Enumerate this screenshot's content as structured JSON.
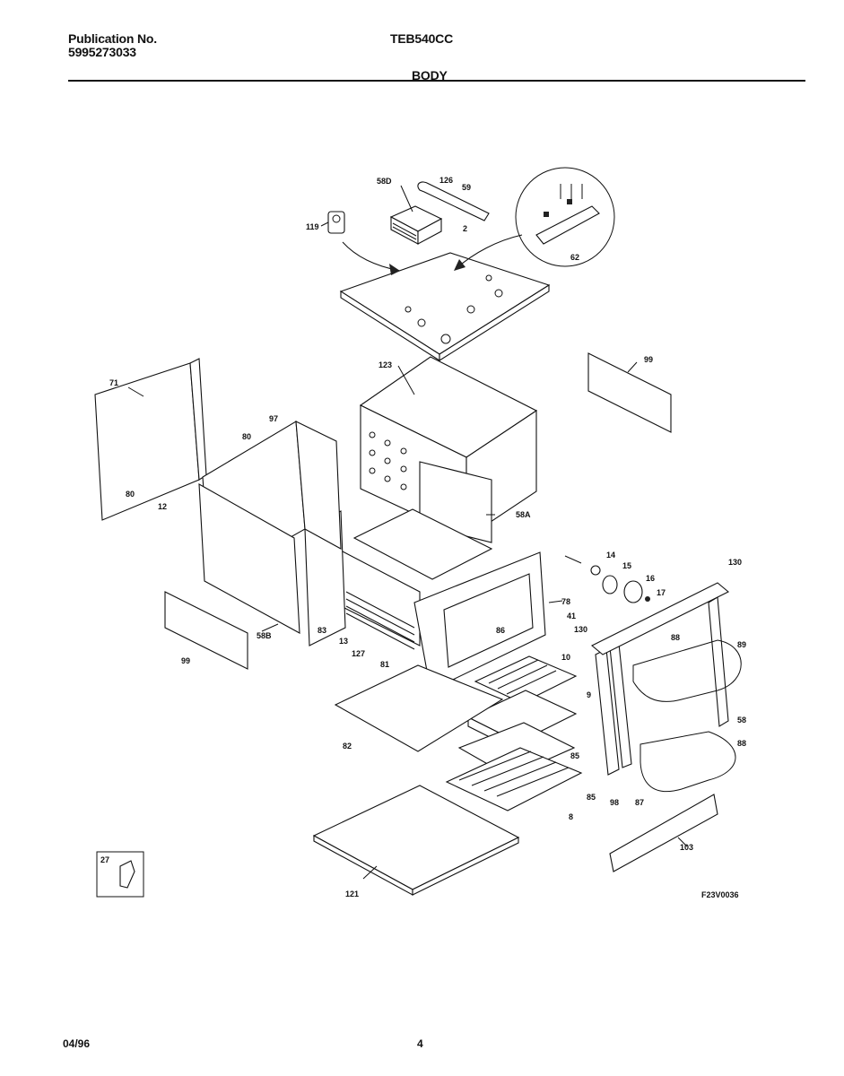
{
  "header": {
    "publication_label": "Publication No.",
    "publication_number": "5995273033",
    "model": "TEB540CC",
    "section": "BODY"
  },
  "footer": {
    "date": "04/96",
    "page": "4"
  },
  "figure_code": "F23V0036",
  "callouts": {
    "c58d": "58D",
    "c126": "126",
    "c59": "59",
    "c119": "119",
    "c2": "2",
    "c62": "62",
    "c71": "71",
    "c123": "123",
    "c99a": "99",
    "c97": "97",
    "c80a": "80",
    "c80b": "80",
    "c12": "12",
    "c58a": "58A",
    "c58b": "58B",
    "c83": "83",
    "c13": "13",
    "c127": "127",
    "c81": "81",
    "c99b": "99",
    "c14": "14",
    "c15": "15",
    "c16": "16",
    "c17": "17",
    "c130a": "130",
    "c78": "78",
    "c41": "41",
    "c86": "86",
    "c130b": "130",
    "c10": "10",
    "c9": "9",
    "c82": "82",
    "c85a": "85",
    "c8": "8",
    "c88a": "88",
    "c89": "89",
    "c58c": "58",
    "c88b": "88",
    "c85b": "85",
    "c98": "98",
    "c87": "87",
    "c103": "103",
    "c121": "121",
    "c27": "27"
  }
}
